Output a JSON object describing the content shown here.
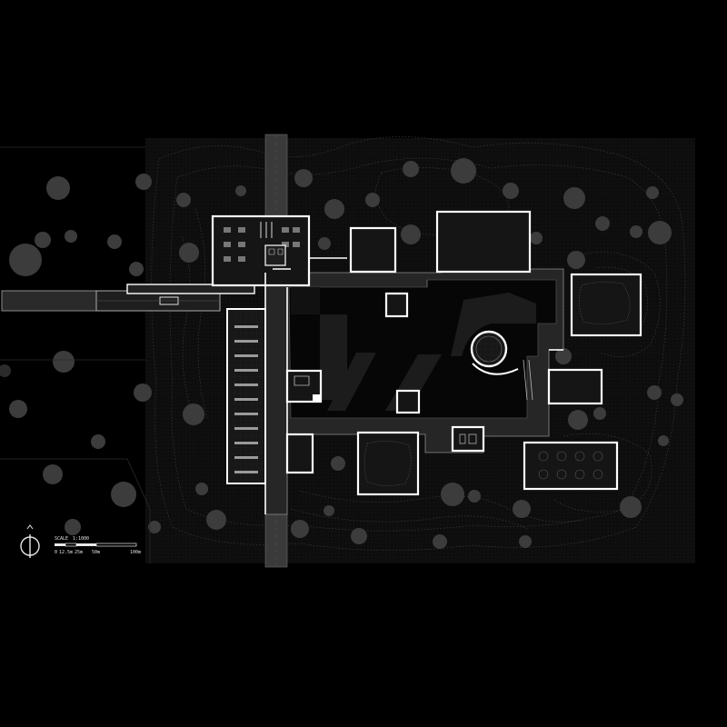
{
  "scale": {
    "title": "SCALE",
    "ratio": "1:1000",
    "ticks": [
      "0",
      "12.5m",
      "25m",
      "50m",
      "100m"
    ]
  },
  "north": {
    "icon": "north-arrow-icon",
    "symbol": "N"
  },
  "colors": {
    "background": "#000000",
    "wall": "#ffffff",
    "floor": "#262626",
    "tree": "#3c3c3c"
  }
}
